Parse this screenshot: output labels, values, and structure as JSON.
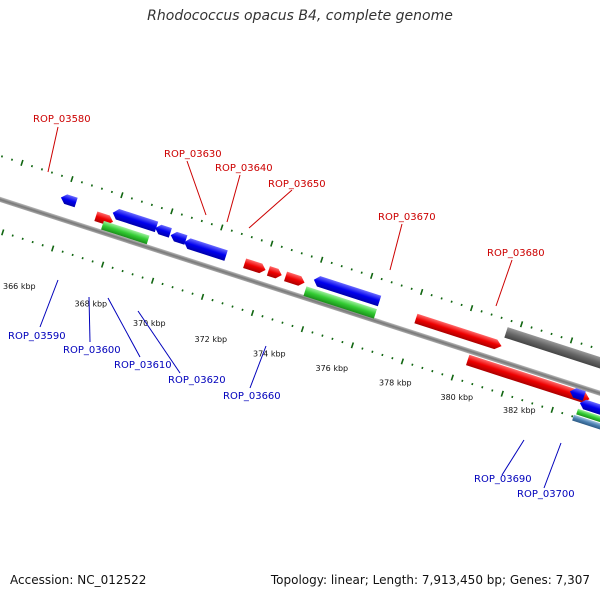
{
  "title": "Rhodococcus opacus B4, complete genome",
  "footer": {
    "accession": "Accession: NC_012522",
    "topology": "Topology: linear; Length: 7,913,450 bp; Genes: 7,307"
  },
  "chart_data": {
    "type": "genome-map",
    "axis_unit": "kbp",
    "axis_ticks": [
      "366 kbp",
      "368 kbp",
      "370 kbp",
      "372 kbp",
      "374 kbp",
      "376 kbp",
      "378 kbp",
      "380 kbp",
      "382 kbp"
    ],
    "top_strand_genes": [
      "ROP_03580",
      "ROP_03630",
      "ROP_03640",
      "ROP_03650",
      "ROP_03670",
      "ROP_03680"
    ],
    "bottom_strand_genes": [
      "ROP_03590",
      "ROP_03600",
      "ROP_03610",
      "ROP_03620",
      "ROP_03660",
      "ROP_03690",
      "ROP_03700"
    ]
  },
  "colors": {
    "forward_gene": "#ff1a1a",
    "reverse_gene": "#1a1aff",
    "rna_gene": "#33cc33",
    "pseudo_gene": "#666666",
    "other_gene": "#4a7fb0",
    "top_label": "#cc0000",
    "bottom_label": "#0000bb",
    "tick": "#116611",
    "backbone": "#888888"
  }
}
